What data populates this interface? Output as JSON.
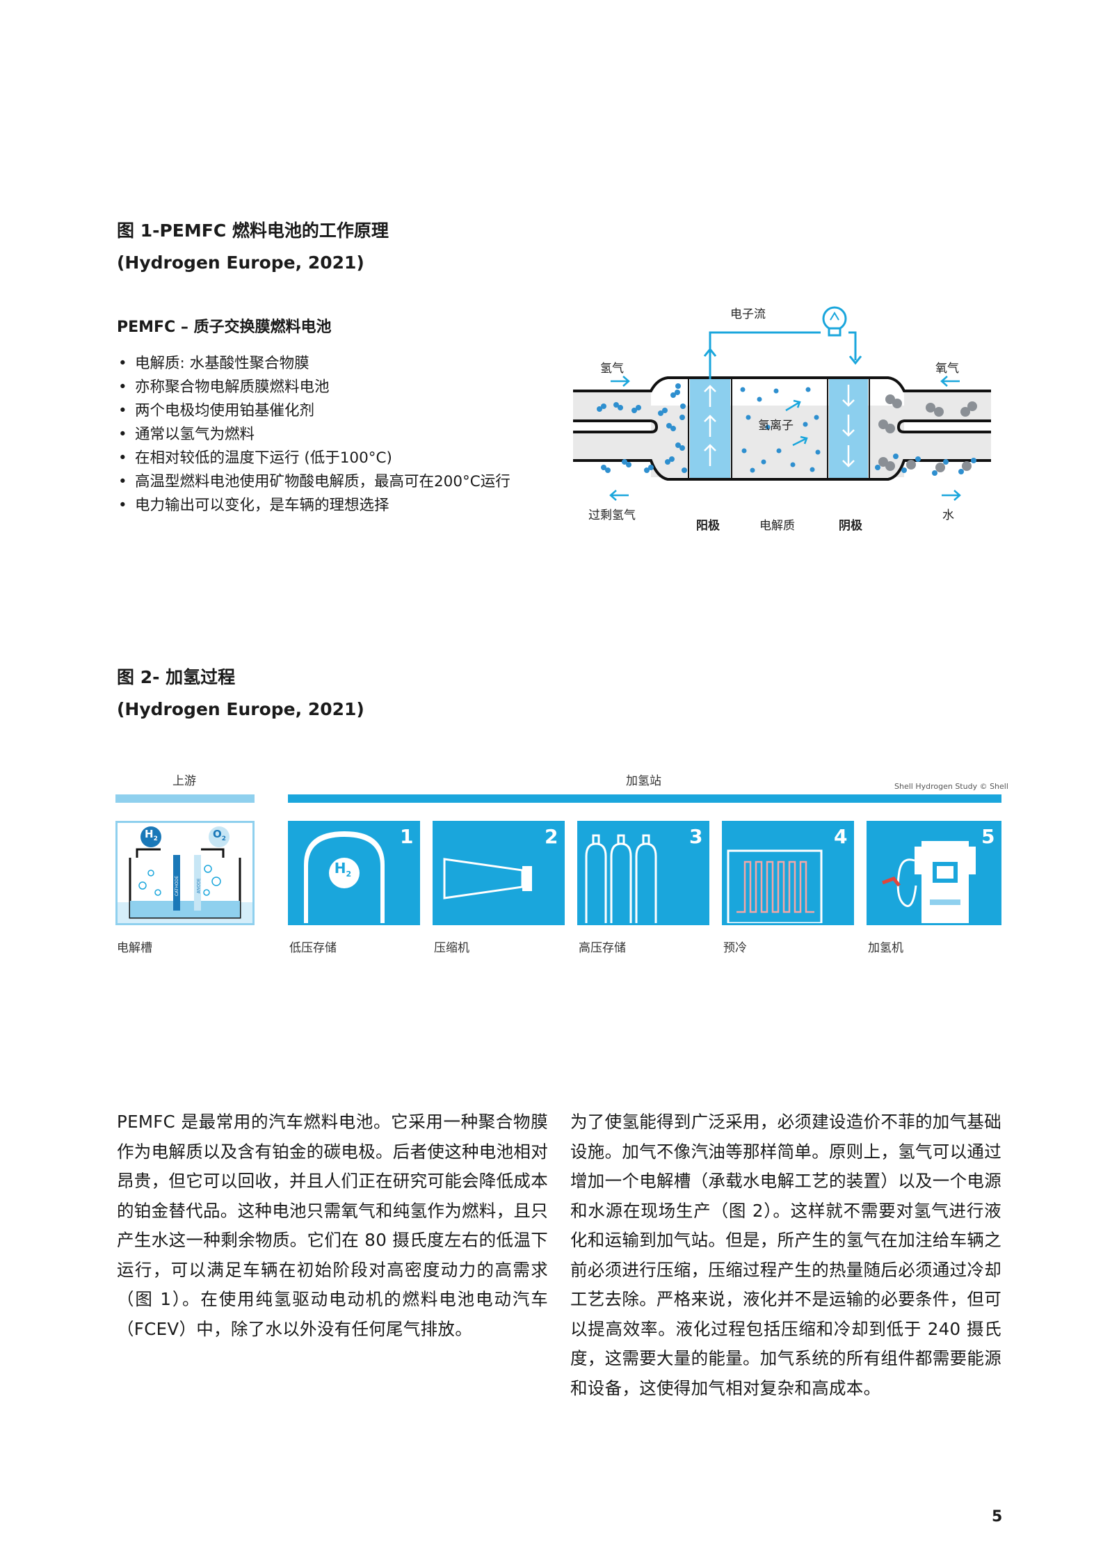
{
  "figure1": {
    "title": "图 1-PEMFC 燃料电池的工作原理",
    "source": "(Hydrogen Europe, 2021)",
    "heading": "PEMFC – 质子交换膜燃料电池",
    "bullets": [
      "电解质: 水基酸性聚合物膜",
      "亦称聚合物电解质膜燃料电池",
      "两个电极均使用铂基催化剂",
      "通常以氢气为燃料",
      "在相对较低的温度下运行 (低于100°C)",
      "高温型燃料电池使用矿物酸电解质，最高可在200°C运行",
      "电力输出可以变化，是车辆的理想选择"
    ],
    "diagram": {
      "electron_flow": "电子流",
      "hydrogen_in": "氢气",
      "oxygen_in": "氧气",
      "hydrogen_ions": "氢离子",
      "excess_hydrogen": "过剩氢气",
      "water": "水",
      "anode": "阳极",
      "electrolyte": "电解质",
      "cathode": "阴极"
    }
  },
  "figure2": {
    "title": "图 2- 加氢过程",
    "source": "(Hydrogen Europe, 2021)",
    "upstream_label": "上游",
    "station_label": "加氢站",
    "credit": "Shell Hydrogen Study © Shell",
    "electrolyser": {
      "caption": "电解槽",
      "h2": "H",
      "h2_sub": "2",
      "o2": "O",
      "o2_sub": "2",
      "cathode_text": "CATHODE",
      "anode_text": "ANODE"
    },
    "steps": [
      {
        "num": "1",
        "caption": "低压存储",
        "icon": "storage-tank-icon",
        "h2": "H",
        "h2_sub": "2"
      },
      {
        "num": "2",
        "caption": "压缩机",
        "icon": "compressor-icon"
      },
      {
        "num": "3",
        "caption": "高压存储",
        "icon": "high-pressure-cylinders-icon"
      },
      {
        "num": "4",
        "caption": "预冷",
        "icon": "precooling-coil-icon"
      },
      {
        "num": "5",
        "caption": "加氢机",
        "icon": "dispenser-icon"
      }
    ],
    "colors": {
      "primary": "#1aa6dc",
      "light": "#8fd0ee"
    }
  },
  "body": {
    "left_paragraph": "PEMFC 是最常用的汽车燃料电池。它采用一种聚合物膜作为电解质以及含有铂金的碳电极。后者使这种电池相对昂贵，但它可以回收，并且人们正在研究可能会降低成本的铂金替代品。这种电池只需氧气和纯氢作为燃料，且只产生水这一种剩余物质。它们在 80 摄氏度左右的低温下运行，可以满足车辆在初始阶段对高密度动力的高需求（图 1）。在使用纯氢驱动电动机的燃料电池电动汽车（FCEV）中，除了水以外没有任何尾气排放。",
    "right_paragraph": "为了使氢能得到广泛采用，必须建设造价不菲的加气基础设施。加气不像汽油等那样简单。原则上，氢气可以通过增加一个电解槽（承载水电解工艺的装置）以及一个电源和水源在现场生产（图 2）。这样就不需要对氢气进行液化和运输到加气站。但是，所产生的氢气在加注给车辆之前必须进行压缩，压缩过程产生的热量随后必须通过冷却工艺去除。严格来说，液化并不是运输的必要条件，但可以提高效率。液化过程包括压缩和冷却到低于 240 摄氏度，这需要大量的能量。加气系统的所有组件都需要能源和设备，这使得加气相对复杂和高成本。"
  },
  "page_number": "5"
}
